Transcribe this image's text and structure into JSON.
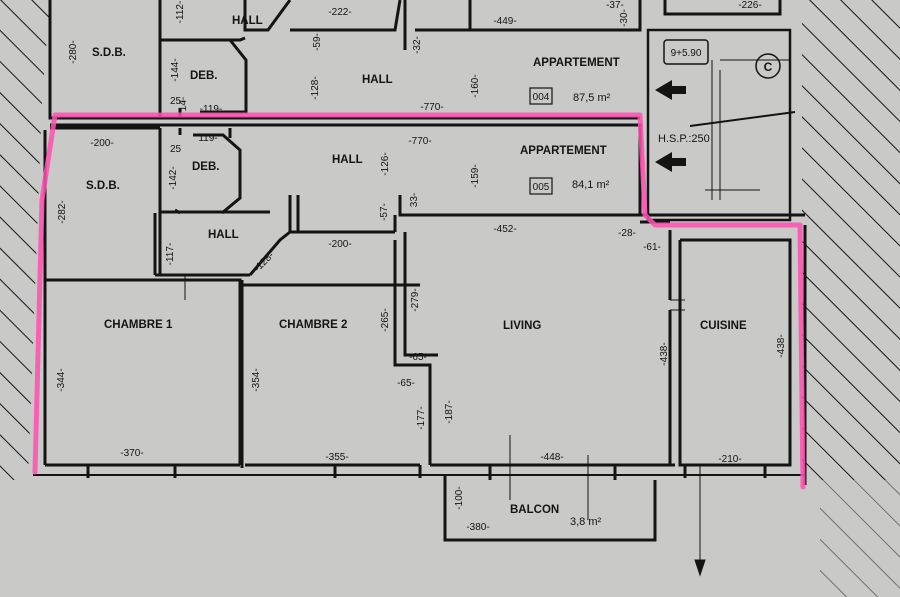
{
  "colors": {
    "paper": "#c9c9c7",
    "ink": "#141414",
    "highlight": "#ff4fb0"
  },
  "upper_unit": {
    "title": "APPARTEMENT",
    "number": "004",
    "area": "87,5 m²",
    "rooms": {
      "sdb": "S.D.B.",
      "deb": "DEB.",
      "hall_top": "HALL",
      "hall": "HALL"
    },
    "dims": {
      "d280": "-280-",
      "d112": "-112-",
      "d222": "-222-",
      "d449": "-449-",
      "d37": "-37-",
      "d226": "-226-",
      "d30": "-30-",
      "d59": "-59-",
      "d32": "-32-",
      "d128": "-128-",
      "d160": "-160-",
      "d144": "-144-",
      "d25": "25-",
      "d14": "14-",
      "d119": "-119-",
      "d770": "-770-"
    }
  },
  "unit": {
    "title": "APPARTEMENT",
    "number": "005",
    "area": "84,1 m²",
    "rooms": {
      "sdb": "S.D.B.",
      "deb": "DEB.",
      "hall": "HALL",
      "hall_small": "HALL",
      "chambre1": "CHAMBRE  1",
      "chambre2": "CHAMBRE  2",
      "living": "LIVING",
      "cuisine": "CUISINE",
      "balcon": "BALCON"
    },
    "balcon_area": "3,8 m²",
    "dims": {
      "d200": "-200-",
      "d119": "119-",
      "d25": "25",
      "d770": "-770-",
      "d282": "-282-",
      "d142": "-142-",
      "d126": "-126-",
      "d159": "-159-",
      "d57": "-57-",
      "d33": "33-",
      "d452": "-452-",
      "d28": "-28-",
      "d61": "-61-",
      "d117": "-117-",
      "d128": "-128-",
      "d200b": "-200-",
      "d279": "-279-",
      "d265": "-265-",
      "d65a": "-65-",
      "d65b": "-65-",
      "d344": "-344-",
      "d354": "-354-",
      "d177": "-177-",
      "d187": "-187-",
      "d438a": "-438-",
      "d438b": "-438-",
      "d370": "-370-",
      "d355": "-355-",
      "d448": "-448-",
      "d210": "-210-",
      "d100": "-100-",
      "d380": "-380-"
    }
  },
  "section": {
    "level": "9+5.90",
    "hsp": "H.S.P.:250",
    "marker": "C"
  }
}
